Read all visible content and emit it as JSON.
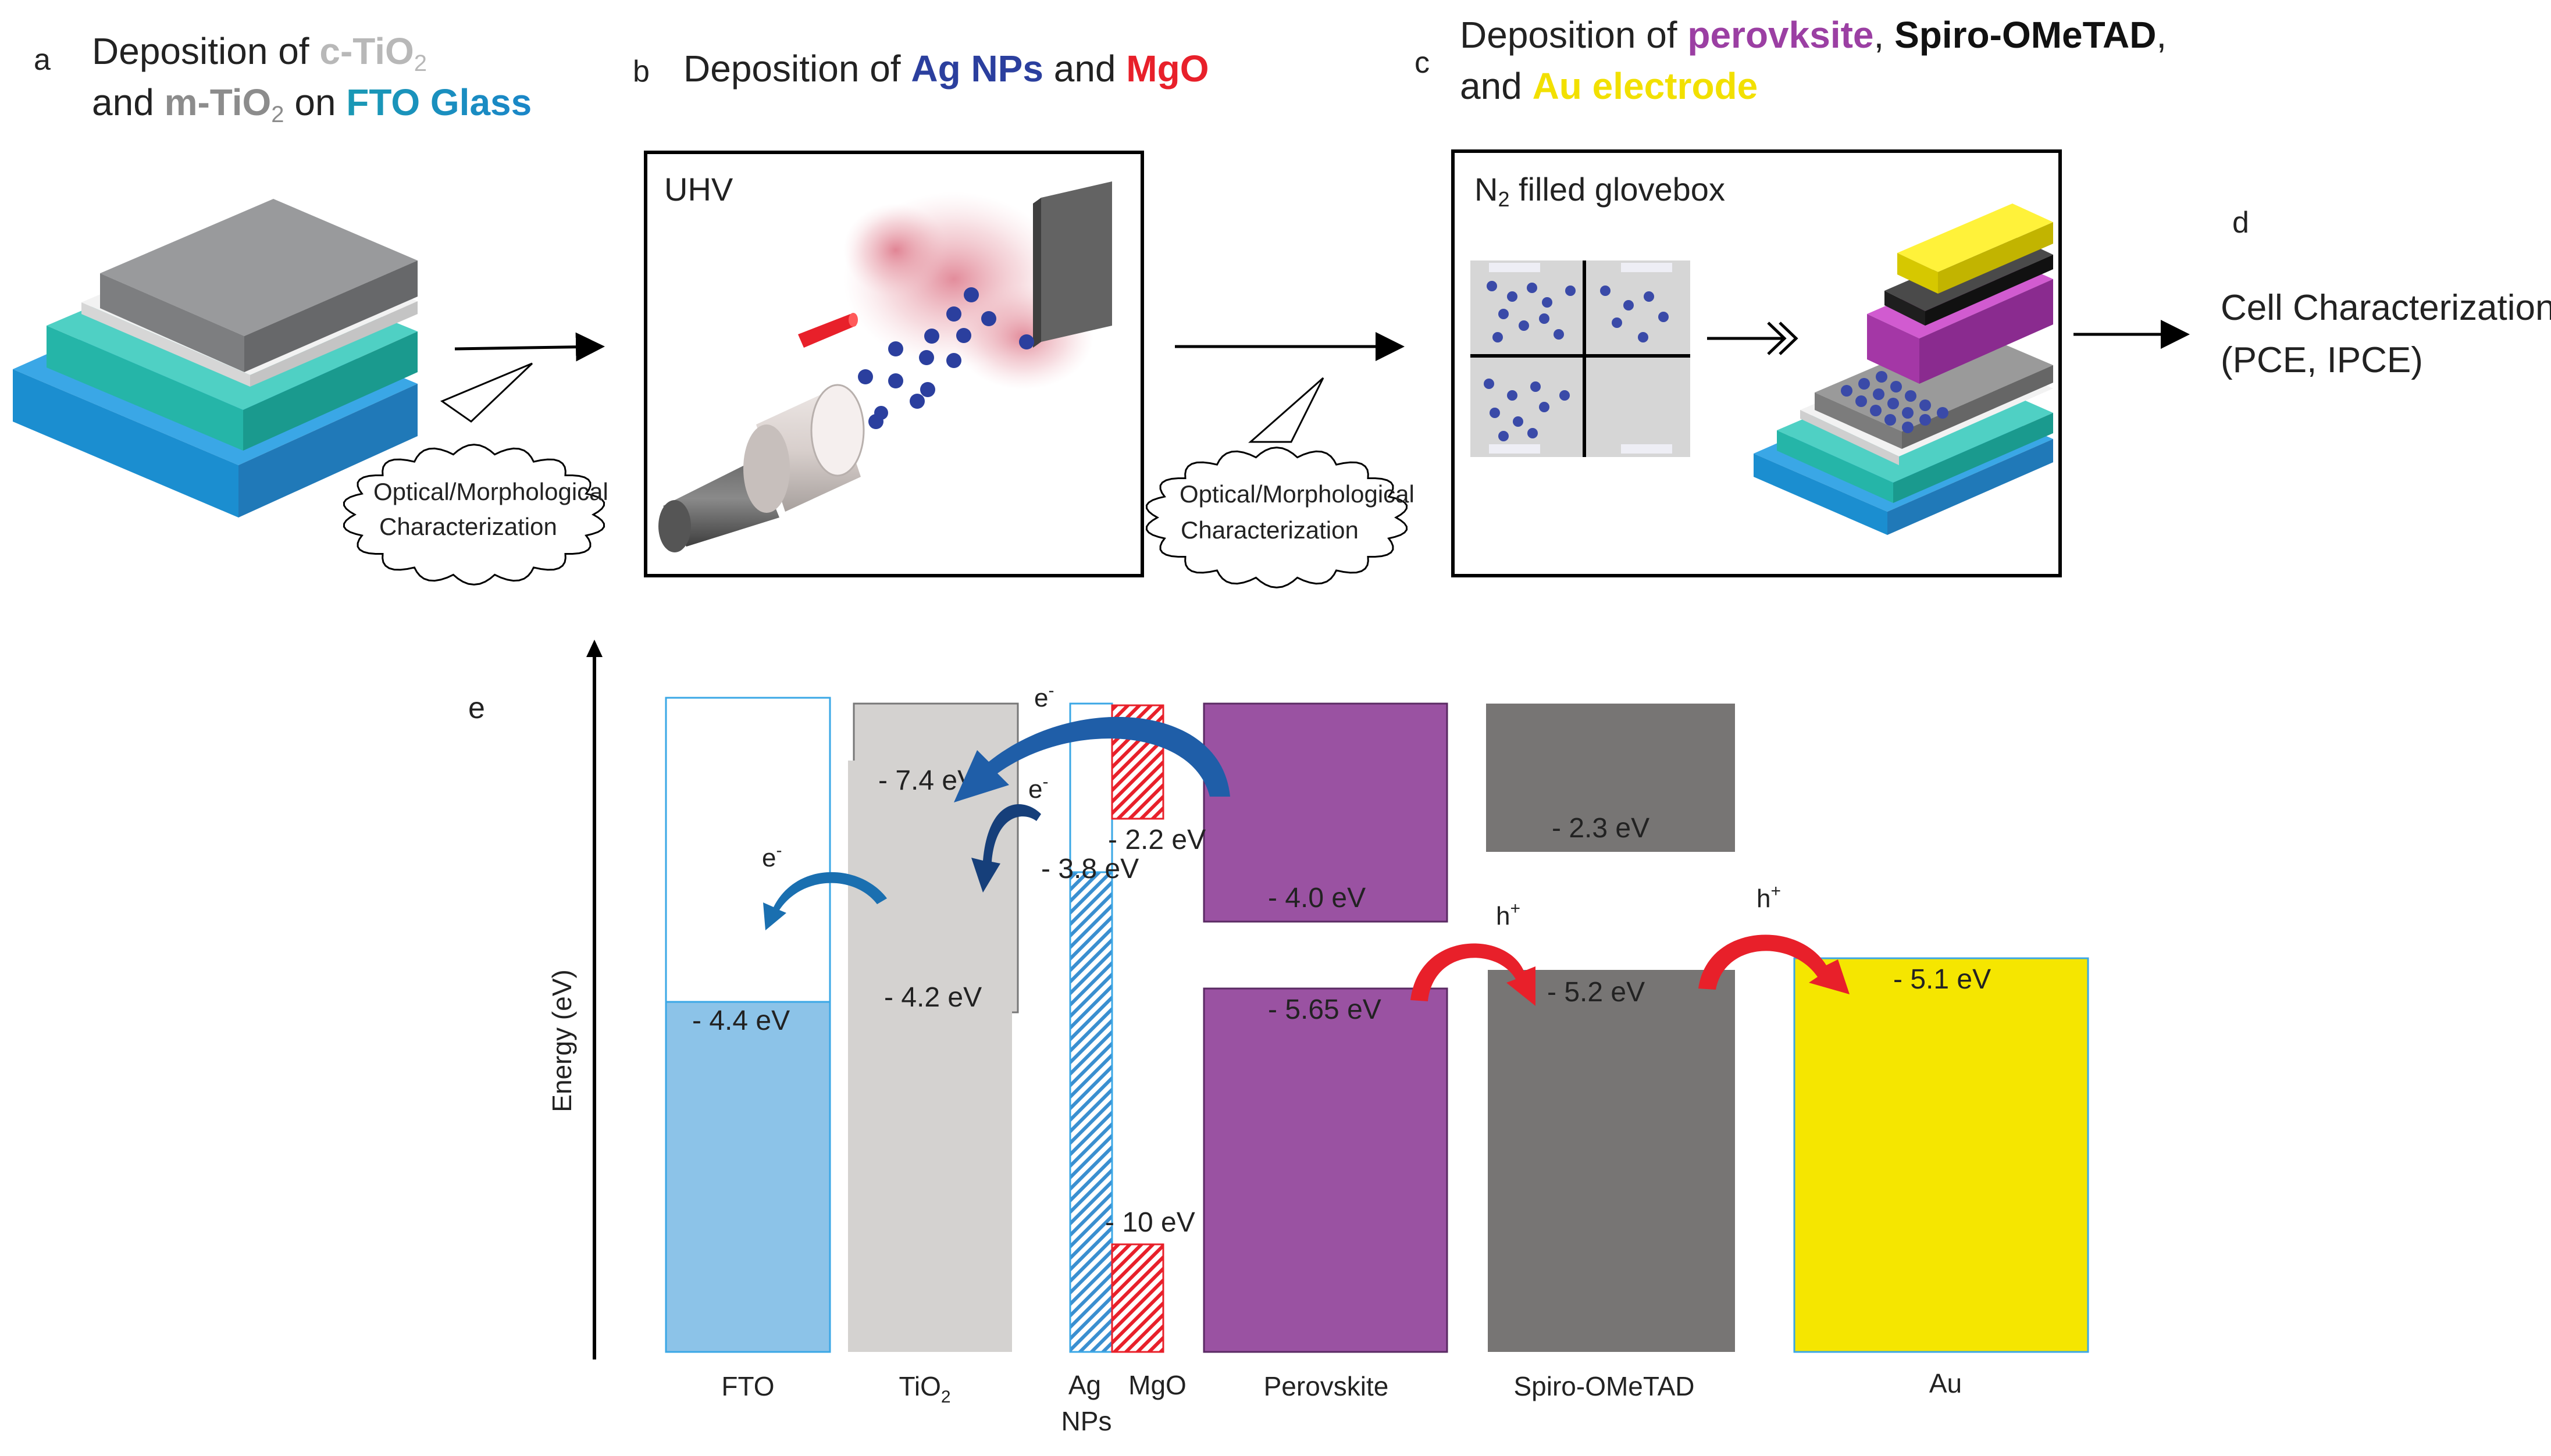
{
  "panels": {
    "a": {
      "letter": "a",
      "line1": [
        {
          "text": "Deposition of ",
          "color": "#222222"
        },
        {
          "text": "c-TiO",
          "color": "#b8b8b8",
          "bold": true
        },
        {
          "text": "2",
          "color": "#b8b8b8",
          "sub": true
        }
      ],
      "line2": [
        {
          "text": "and ",
          "color": "#222222"
        },
        {
          "text": "m-TiO",
          "color": "#8c8c8c",
          "bold": true
        },
        {
          "text": "2",
          "color": "#8c8c8c",
          "sub": true
        },
        {
          "text": " on ",
          "color": "#222222"
        },
        {
          "text": "FTO Glass",
          "color": "#1aa6a0",
          "bold": true,
          "gradient": true
        }
      ],
      "cloud_line1": "Optical/Morphological",
      "cloud_line2": "Characterization"
    },
    "b": {
      "letter": "b",
      "line1": [
        {
          "text": "Deposition of ",
          "color": "#222222"
        },
        {
          "text": "Ag NPs",
          "color": "#2b3f9e",
          "bold": true
        },
        {
          "text": " and ",
          "color": "#222222"
        },
        {
          "text": "MgO",
          "color": "#e8202a",
          "bold": true
        }
      ],
      "box_label": "UHV",
      "cloud_line1": "Optical/Morphological",
      "cloud_line2": "Characterization"
    },
    "c": {
      "letter": "c",
      "line1": [
        {
          "text": "Deposition of ",
          "color": "#222222"
        },
        {
          "text": "perovksite",
          "color": "#9b3fa3",
          "bold": true
        },
        {
          "text": ", ",
          "color": "#222222"
        },
        {
          "text": "Spiro-OMeTAD",
          "color": "#111111",
          "bold": true
        },
        {
          "text": ",",
          "color": "#222222"
        }
      ],
      "line2": [
        {
          "text": "and ",
          "color": "#222222"
        },
        {
          "text": "Au electrode",
          "color": "#f2e000",
          "bold": true
        }
      ],
      "box_label_n": "N",
      "box_label_sub": "2",
      "box_label_rest": " filled glovebox"
    },
    "d": {
      "letter": "d",
      "line1": "Cell Characterization",
      "line2": "(PCE, IPCE)"
    },
    "e": {
      "letter": "e",
      "y_axis_label": "Energy (eV)",
      "electron": "e",
      "electron_sup": "-",
      "hole": "h",
      "hole_sup": "+"
    }
  },
  "chart_data": {
    "type": "energy-level-diagram",
    "ylabel": "Energy (eV)",
    "materials": [
      {
        "name": "FTO",
        "levels": [
          {
            "label": "- 4.4 eV",
            "value": -4.4
          }
        ],
        "color": "#8cc3e8"
      },
      {
        "name": "TiO",
        "name_sub": "2",
        "levels": [
          {
            "label": "- 4.2 eV",
            "value": -4.2
          },
          {
            "label": "- 7.4 eV",
            "value": -7.4
          }
        ],
        "color": "#d4d2d0"
      },
      {
        "name": "Ag",
        "name_line2": "NPs",
        "levels": [
          {
            "label": "- 3.8 eV",
            "value": -3.8
          }
        ],
        "color": "#3a8fd0"
      },
      {
        "name": "MgO",
        "levels": [
          {
            "label": "- 2.2 eV",
            "value": -2.2
          },
          {
            "label": "- 10 eV",
            "value": -10
          }
        ],
        "color": "#e8202a"
      },
      {
        "name": "Perovskite",
        "levels": [
          {
            "label": "- 4.0 eV",
            "value": -4.0
          },
          {
            "label": "- 5.65 eV",
            "value": -5.65
          }
        ],
        "color": "#9a52a2"
      },
      {
        "name": "Spiro-OMeTAD",
        "levels": [
          {
            "label": "- 2.3 eV",
            "value": -2.3
          },
          {
            "label": "- 5.2 eV",
            "value": -5.2
          }
        ],
        "color": "#777574"
      },
      {
        "name": "Au",
        "levels": [
          {
            "label": "- 5.1 eV",
            "value": -5.1
          }
        ],
        "color": "#f5e600"
      }
    ]
  }
}
